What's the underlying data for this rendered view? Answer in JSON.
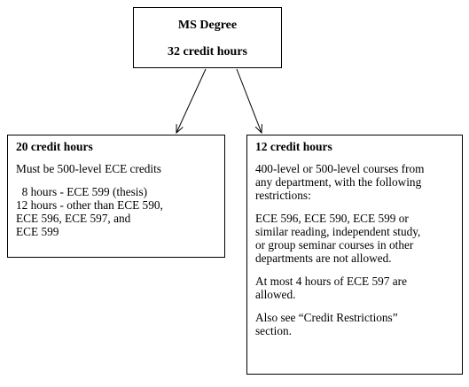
{
  "top_box": {
    "title": "MS Degree",
    "subtitle": "32 credit hours"
  },
  "left_box": {
    "heading": "20 credit hours",
    "intro": "Must be 500-level ECE credits",
    "lines": [
      "  8 hours - ECE 599 (thesis)",
      "12 hours - other than ECE 590,",
      "ECE 596, ECE 597, and",
      "ECE 599"
    ]
  },
  "right_box": {
    "heading": "12 credit hours",
    "para1": [
      "400-level or 500-level courses from",
      "any department, with the following",
      "restrictions:"
    ],
    "para2": [
      "ECE 596, ECE 590, ECE 599 or",
      "similar reading, independent study,",
      "or group seminar courses in other",
      "departments are not allowed."
    ],
    "para3": [
      "At most 4 hours of ECE 597 are",
      "allowed."
    ],
    "para4": [
      "Also see “Credit Restrictions”",
      "section."
    ]
  }
}
